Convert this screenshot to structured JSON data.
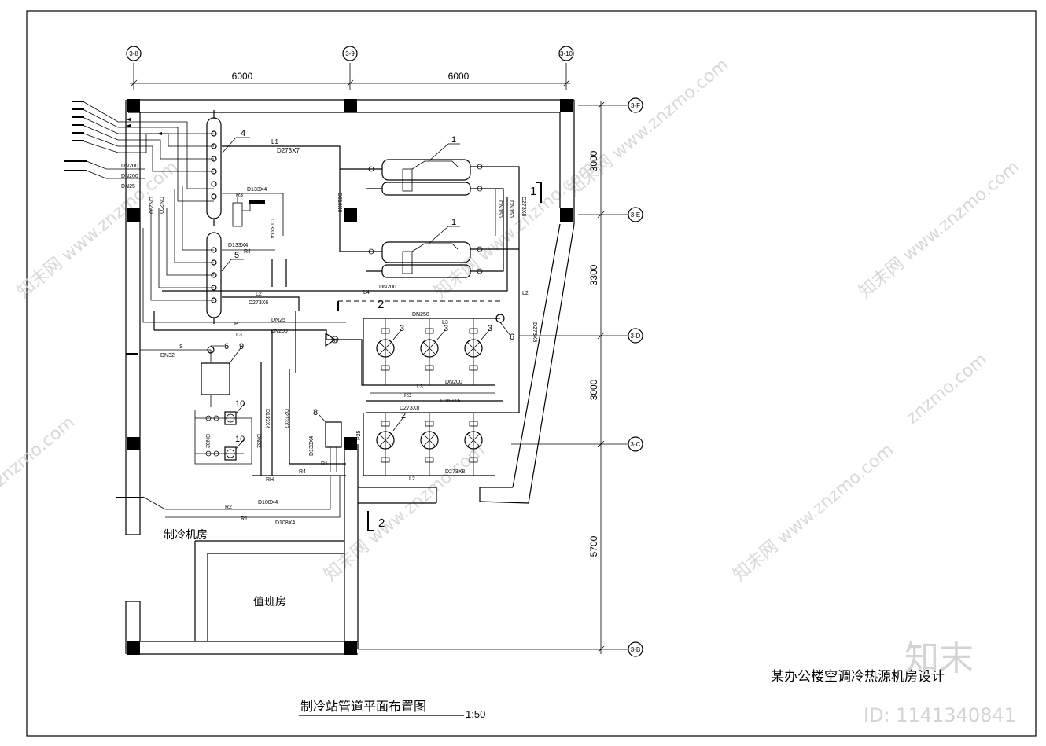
{
  "dimensions": {
    "top_span_1": "6000",
    "top_span_2": "6000",
    "right_1": "3000",
    "right_2": "3300",
    "right_3": "3000",
    "right_4": "5700"
  },
  "axis_labels": {
    "top_a": "3-8",
    "top_b": "3-9",
    "top_c": "3-10",
    "right_a": "3-F",
    "right_b": "3-E",
    "right_c": "3-D",
    "right_d": "3-C",
    "right_e": "3-B"
  },
  "pipe_labels": {
    "l1": "L1",
    "d273x7_a": "D273X7",
    "d133x4_a": "D133X4",
    "d133x4_b": "D133X4",
    "r3": "R3",
    "r4": "R4",
    "d133x4_c": "D133X4",
    "l2_a": "L2",
    "d273x6": "D273X6",
    "dn200_a": "DN200",
    "l4": "L4",
    "p": "P",
    "dn25": "DN25",
    "l3": "L3",
    "dn200_b": "DN200",
    "s": "S",
    "dn32_a": "DN32",
    "dn250": "DN250",
    "l3_b": "L3",
    "dn200_c": "DN200",
    "r3_b": "R3",
    "d273x8_a": "D273X8",
    "d159x5": "D159X5",
    "d273x8_b": "D273X8",
    "d273x8_c": "D273X8",
    "l2_b": "L2",
    "d133x4_d": "D133X4",
    "d273x7_b": "D273X7",
    "r1": "R1",
    "rh": "RH",
    "r4_b": "R4",
    "r2": "R2",
    "d108x4_a": "D108X4",
    "r1_b": "R1",
    "d108x4_b": "D108X4",
    "dn150_a": "DN150",
    "dn150_b": "DN150",
    "d273x8_d": "D273X8",
    "d219x6": "D219X6",
    "dn25_b": "P25",
    "dn32_b": "DN32",
    "dn32_c": "DN32",
    "dn200_left_1": "DN200",
    "dn200_left_2": "DN200",
    "dn25_left": "DN25",
    "dn200_v1": "DN200",
    "dn200_v2": "DN200"
  },
  "callouts": {
    "c1a": "1",
    "c1b": "1",
    "c2": "2",
    "c3a": "3",
    "c3b": "3",
    "c3c": "3",
    "c4": "4",
    "c5": "5",
    "c6a": "6",
    "c6b": "6",
    "c8": "8",
    "c9": "9",
    "c10a": "10",
    "c10b": "10",
    "c2_sec": "2",
    "c1_sec": "1"
  },
  "rooms": {
    "refrigeration_room": "制冷机房",
    "duty_room": "值班房"
  },
  "title": {
    "main": "制冷站管道平面布置图",
    "scale": "1:50",
    "project": "某办公楼空调冷热源机房设计"
  },
  "watermark": {
    "id_text": "ID: 1141340841",
    "logo_text": "知末",
    "site": "www.znzmo.com"
  }
}
